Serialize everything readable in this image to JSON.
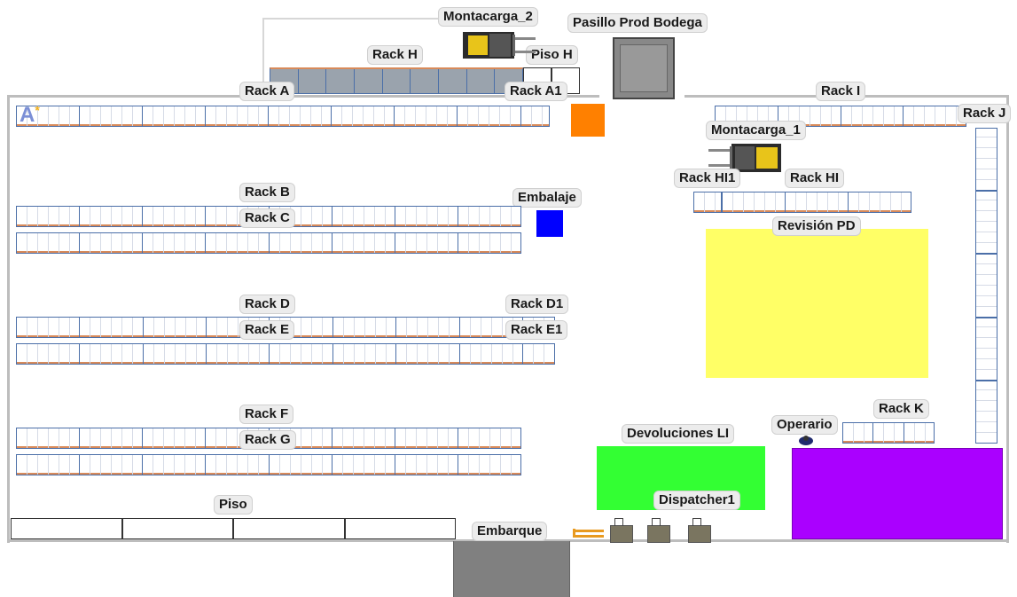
{
  "title": "Warehouse Layout",
  "labels": {
    "montacarga_2": "Montacarga_2",
    "pasillo_prod_bodega": "Pasillo Prod Bodega",
    "rack_h": "Rack H",
    "piso_h": "Piso H",
    "rack_a": "Rack A",
    "rack_a1": "Rack A1",
    "rack_i": "Rack I",
    "rack_j": "Rack J",
    "montacarga_1": "Montacarga_1",
    "rack_hi1": "Rack HI1",
    "rack_hi": "Rack HI",
    "rack_b": "Rack B",
    "embalaje": "Embalaje",
    "rack_c": "Rack C",
    "revision_pd": "Revisión PD",
    "rack_d": "Rack D",
    "rack_d1": "Rack D1",
    "rack_e": "Rack E",
    "rack_e1": "Rack E1",
    "rack_f": "Rack F",
    "rack_g": "Rack G",
    "rack_k": "Rack K",
    "operario": "Operario",
    "devoluciones_li": "Devoluciones LI",
    "dispatcher1": "Dispatcher1",
    "piso": "Piso",
    "embarque": "Embarque"
  },
  "icons": {
    "corner_marker": "A",
    "corner_star": "*"
  },
  "colors": {
    "embalaje": "#0000ff",
    "orange_zone": "#ff8000",
    "revision_pd": "#ffff66",
    "devoluciones_li": "#33ff33",
    "purple_zone": "#aa00ff",
    "pasillo": "#808080",
    "embarque": "#808080",
    "rack_line": "#4b6fa8"
  }
}
